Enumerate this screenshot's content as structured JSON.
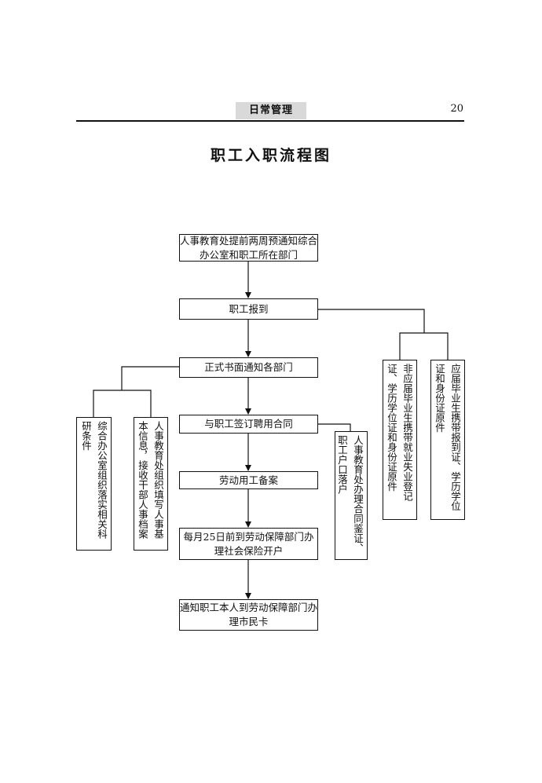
{
  "header": {
    "section": "日常管理",
    "page_number": "20"
  },
  "title": "职工入职流程图",
  "steps": {
    "notify": "人事教育处提前两周预通知综合办公室和职工所在部门",
    "report": "职工报到",
    "formal_notice": "正式书面通知各部门",
    "contract": "与职工签订聘用合同",
    "filing": "劳动用工备案",
    "social_insurance": "每月25日前到劳动保障部门办理社会保险开户",
    "citizen_card": "通知职工本人到劳动保障部门办理市民卡"
  },
  "side": {
    "research": "综合办公室组织落实相关科研条件",
    "personnel": "人事教育处组织填写人事基本信息，接收干部人事档案",
    "hukou": "人事教育处办理合同鉴证、职工户口落户",
    "non_graduate": "非应届毕业生携带就业失业登记证、学历学位证和身份证原件",
    "graduate": "应届毕业生携带报到证、学历学位证和身份证原件"
  }
}
